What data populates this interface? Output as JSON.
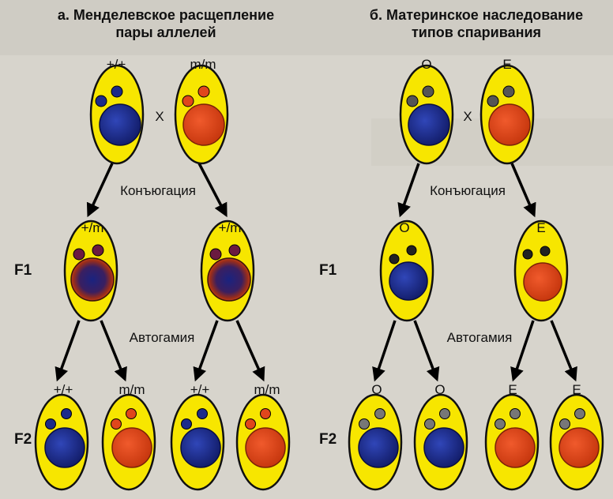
{
  "panels": {
    "a": {
      "title_line1": "а. Менделевское расщепление",
      "title_line2": "пары аллелей",
      "parent_left": "+/+",
      "parent_right": "m/m",
      "cross": "X",
      "conjugation": "Конъюгация",
      "f1_left": "+/m",
      "f1_right": "+/m",
      "autogamy": "Автогамия",
      "f2": [
        "+/+",
        "m/m",
        "+/+",
        "m/m"
      ]
    },
    "b": {
      "title_line1": "б. Материнское наследование",
      "title_line2": "типов спаривания",
      "parent_left": "O",
      "parent_right": "E",
      "cross": "X",
      "conjugation": "Конъюгация",
      "f1_left": "O",
      "f1_right": "E",
      "autogamy": "Автогамия",
      "f2": [
        "O",
        "O",
        "E",
        "E"
      ]
    }
  },
  "generations": {
    "f1": "F1",
    "f2": "F2"
  },
  "colors": {
    "cell": "#f7e600",
    "blue_nucleus": "#1c2a8a",
    "red_nucleus": "#e0461c",
    "dark_micronucleus": "#222222"
  }
}
